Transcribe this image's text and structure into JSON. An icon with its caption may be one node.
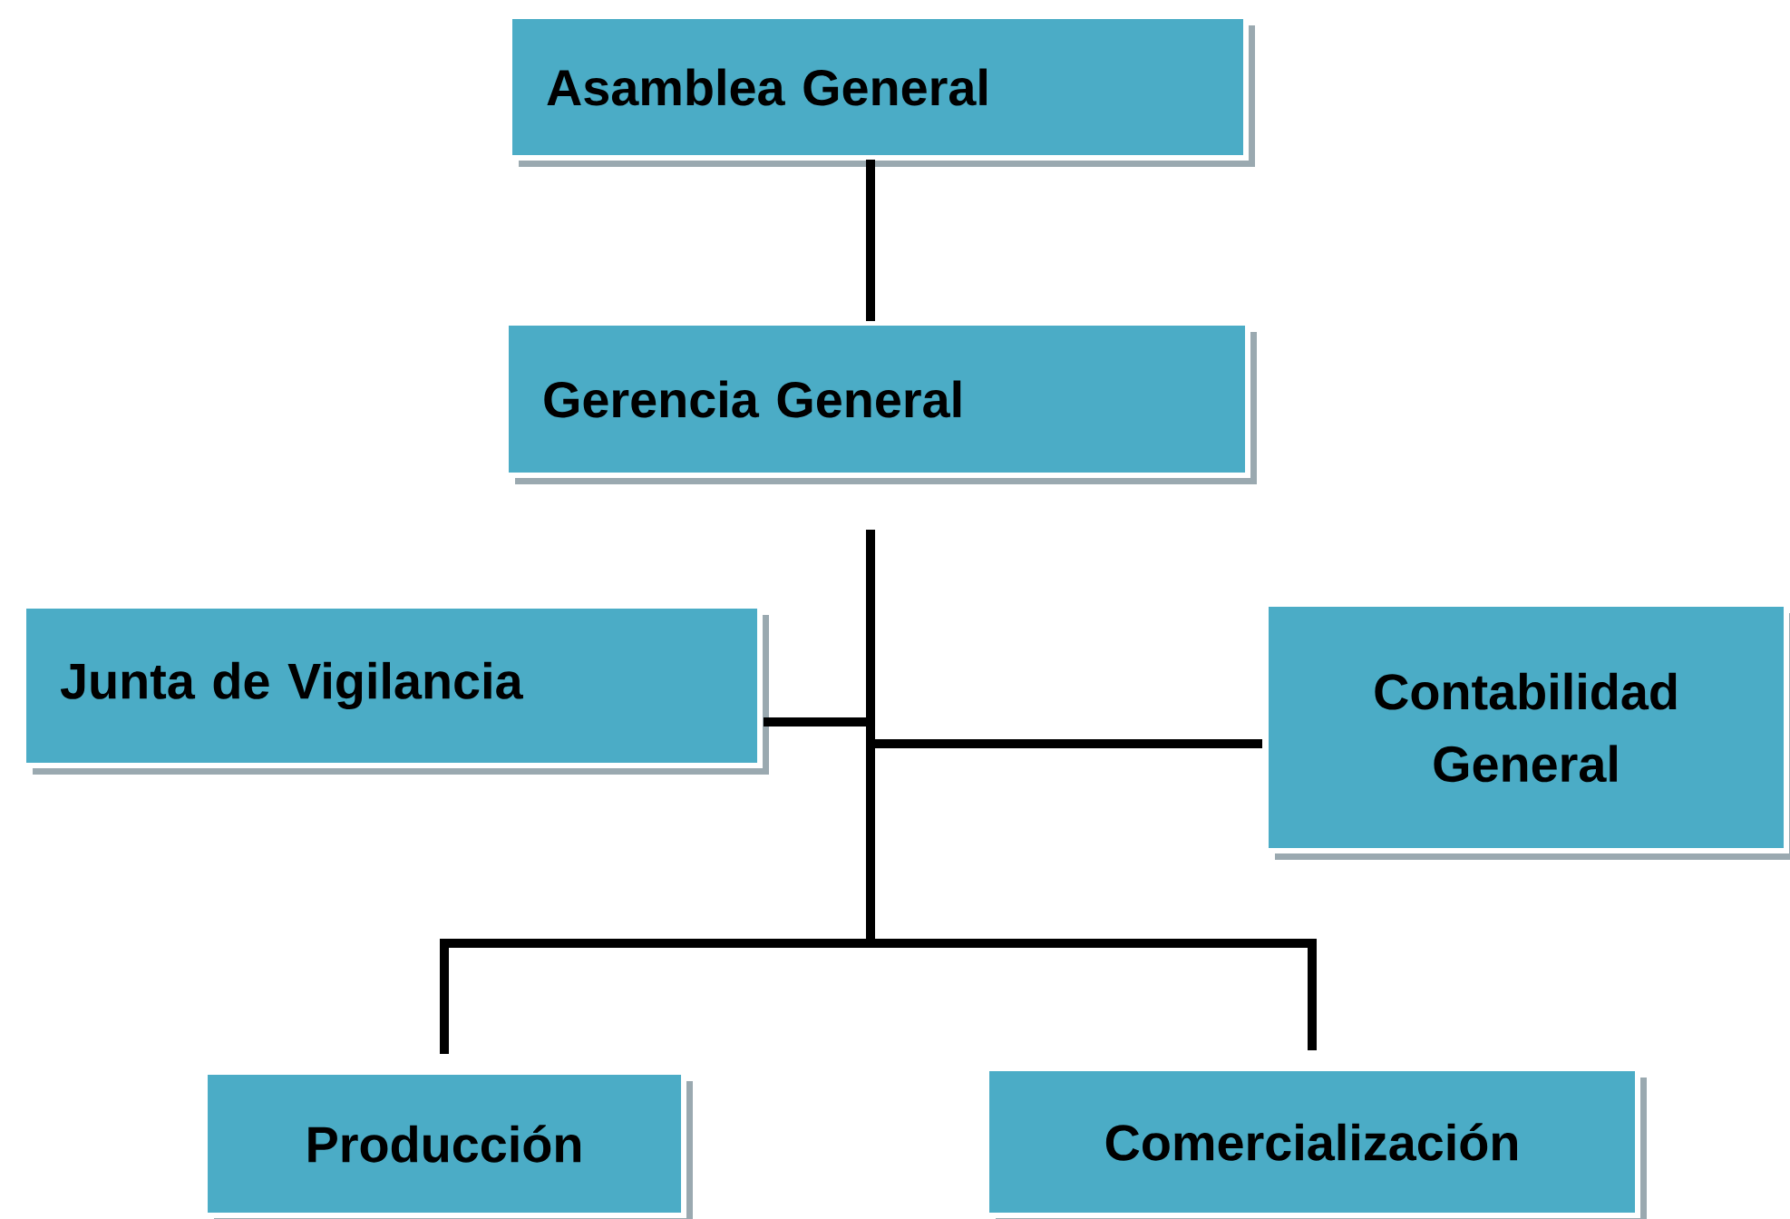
{
  "diagram": {
    "nodes": [
      {
        "text": [
          "Asamblea General"
        ]
      },
      {
        "text": [
          "Gerencia General"
        ]
      },
      {
        "text": [
          "Junta de Vigilancia"
        ]
      },
      {
        "text": [
          "Contabilidad General"
        ]
      },
      {
        "text": [
          "Producción"
        ]
      },
      {
        "text": [
          "Comercialización"
        ]
      }
    ],
    "edges": [
      {
        "from": 0,
        "to": 1,
        "arrow": "none"
      },
      {
        "from": 1,
        "to": 2,
        "arrow": "none"
      },
      {
        "from": 1,
        "to": 3,
        "arrow": "none"
      },
      {
        "from": 1,
        "to": 4,
        "arrow": "none"
      },
      {
        "from": 1,
        "to": 5,
        "arrow": "none"
      }
    ]
  }
}
